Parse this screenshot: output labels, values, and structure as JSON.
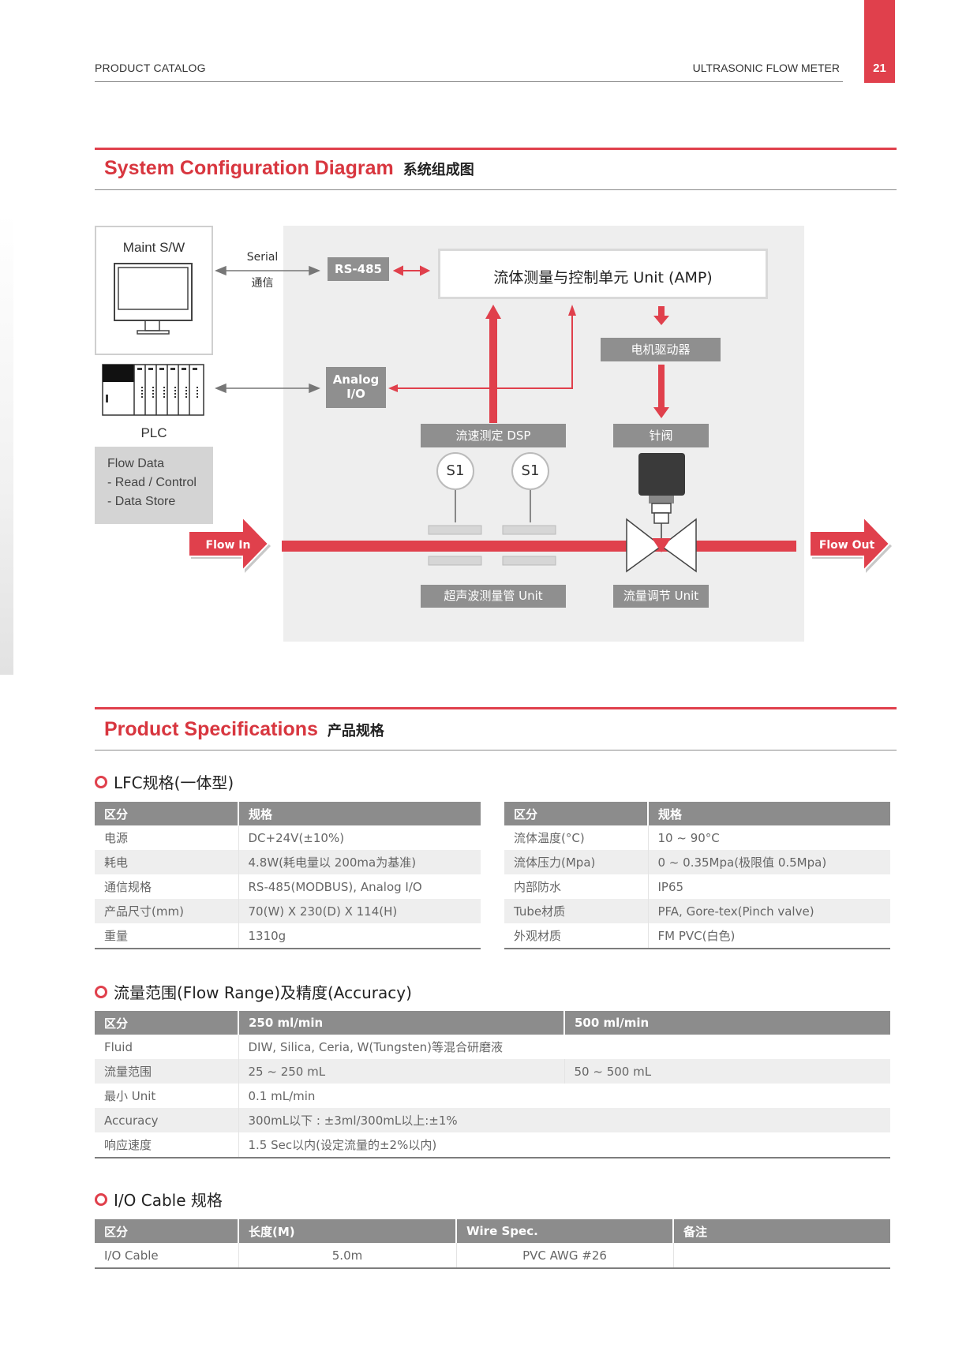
{
  "header": {
    "left": "PRODUCT CATALOG",
    "right": "ULTRASONIC FLOW METER",
    "page_number": "21"
  },
  "section1": {
    "title": "System Configuration Diagram",
    "title_cn": "系统组成图"
  },
  "diagram": {
    "maint_sw": "Maint S/W",
    "serial": "Serial",
    "serial_cn": "通信",
    "rs485": "RS-485",
    "amp_unit": "流体测量与控制单元 Unit (AMP)",
    "analog_1": "Analog",
    "analog_2": "I/O",
    "motor_driver": "电机驱动器",
    "dsp": "流速测定 DSP",
    "needle_valve": "针阀",
    "sensor_1": "S1",
    "sensor_2": "S1",
    "plc": "PLC",
    "flow_data": [
      "Flow Data",
      "- Read / Control",
      "- Data Store"
    ],
    "flow_in": "Flow In",
    "flow_out": "Flow Out",
    "tube_unit": "超声波测量管 Unit",
    "flow_adjust_unit": "流量调节 Unit",
    "accent_color": "#e0404c"
  },
  "section2": {
    "title": "Product Specifications",
    "title_cn": "产品规格"
  },
  "lfc": {
    "title": "LFC规格(一体型)",
    "headers": [
      "区分",
      "规格"
    ],
    "left_rows": [
      [
        "电源",
        "DC+24V(±10%)"
      ],
      [
        "耗电",
        "4.8W(耗电量以 200ma为基准)"
      ],
      [
        "通信规格",
        "RS-485(MODBUS), Analog I/O"
      ],
      [
        "产品尺寸(mm)",
        "70(W) X 230(D) X 114(H)"
      ],
      [
        "重量",
        "1310g"
      ]
    ],
    "right_rows": [
      [
        "流体温度(°C)",
        "10 ~ 90°C"
      ],
      [
        "流体压力(Mpa)",
        "0 ~ 0.35Mpa(极限值 0.5Mpa)"
      ],
      [
        "内部防水",
        "IP65"
      ],
      [
        "Tube材质",
        "PFA, Gore-tex(Pinch valve)"
      ],
      [
        "外观材质",
        "FM PVC(白色)"
      ]
    ]
  },
  "flow_range": {
    "title": "流量范围(Flow Range)及精度(Accuracy)",
    "headers": [
      "区分",
      "250 ml/min",
      "500 ml/min"
    ],
    "rows": [
      {
        "label": "Fluid",
        "value": "DIW, Silica, Ceria, W(Tungsten)等混合研磨液"
      },
      {
        "label": "流量范围",
        "value": "25 ~ 250 mL",
        "value2": "50 ~ 500 mL"
      },
      {
        "label": "最小 Unit",
        "value": "0.1 mL/min"
      },
      {
        "label": "Accuracy",
        "value": "300mL以下 : ±3ml/300mL以上:±1%"
      },
      {
        "label": "响应速度",
        "value": "1.5 Sec以内(设定流量的±2%以内)"
      }
    ]
  },
  "io_cable": {
    "title": "I/O Cable 规格",
    "headers": [
      "区分",
      "长度(M)",
      "Wire Spec.",
      "备注"
    ],
    "row": [
      "I/O Cable",
      "5.0m",
      "PVC AWG #26",
      ""
    ]
  }
}
